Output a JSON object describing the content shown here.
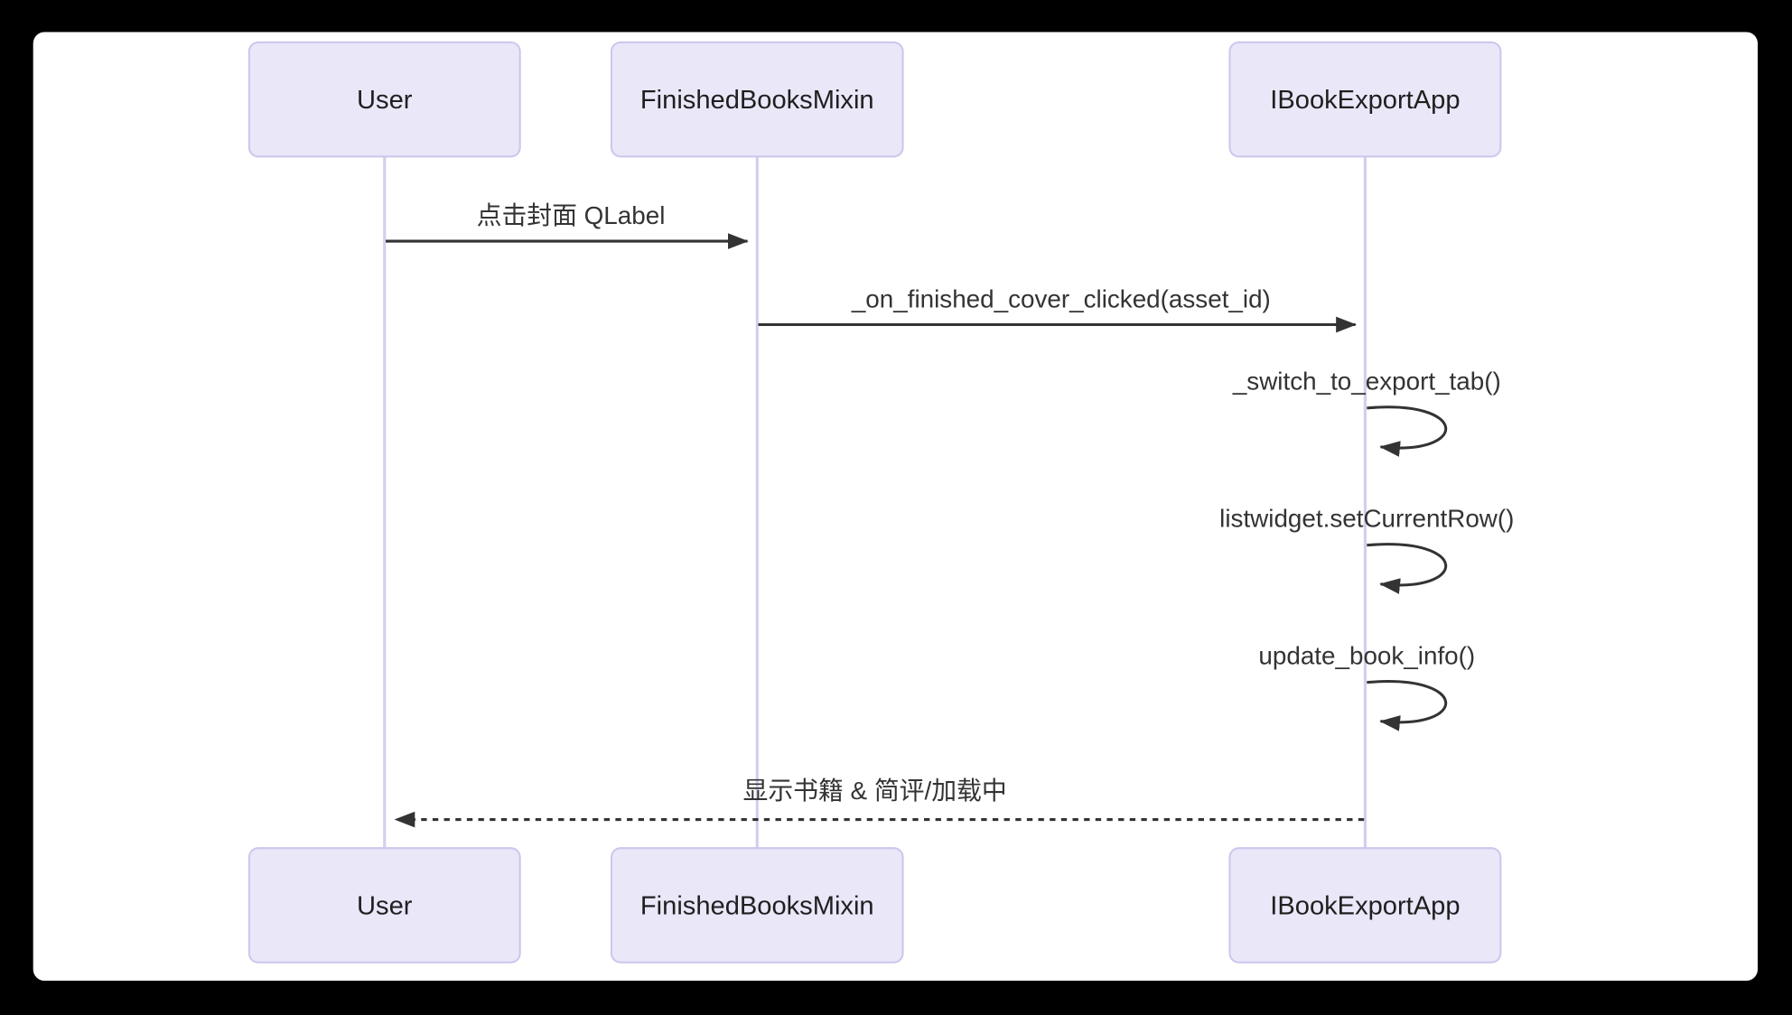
{
  "diagram": {
    "type": "sequence",
    "participants": [
      {
        "label": "User"
      },
      {
        "label": "FinishedBooksMixin"
      },
      {
        "label": "IBookExportApp"
      }
    ],
    "messages": [
      {
        "from": "User",
        "to": "FinishedBooksMixin",
        "label": "点击封面 QLabel",
        "line": "solid",
        "arrow": "filled"
      },
      {
        "from": "FinishedBooksMixin",
        "to": "IBookExportApp",
        "label": "_on_finished_cover_clicked(asset_id)",
        "line": "solid",
        "arrow": "filled"
      },
      {
        "from": "IBookExportApp",
        "to": "IBookExportApp",
        "label": "_switch_to_export_tab()",
        "line": "self-loop",
        "arrow": "filled"
      },
      {
        "from": "IBookExportApp",
        "to": "IBookExportApp",
        "label": "listwidget.setCurrentRow()",
        "line": "self-loop",
        "arrow": "filled"
      },
      {
        "from": "IBookExportApp",
        "to": "IBookExportApp",
        "label": "update_book_info()",
        "line": "self-loop",
        "arrow": "filled"
      },
      {
        "from": "IBookExportApp",
        "to": "User",
        "label": "显示书籍 & 简评/加载中",
        "line": "dashed",
        "arrow": "filled"
      }
    ],
    "colors": {
      "page_background": "#000000",
      "canvas": "#ffffff",
      "participant_fill": "#e9e7f8",
      "participant_border": "#ccc6ec",
      "lifeline": "#d4ceed",
      "message": "#333333"
    }
  }
}
